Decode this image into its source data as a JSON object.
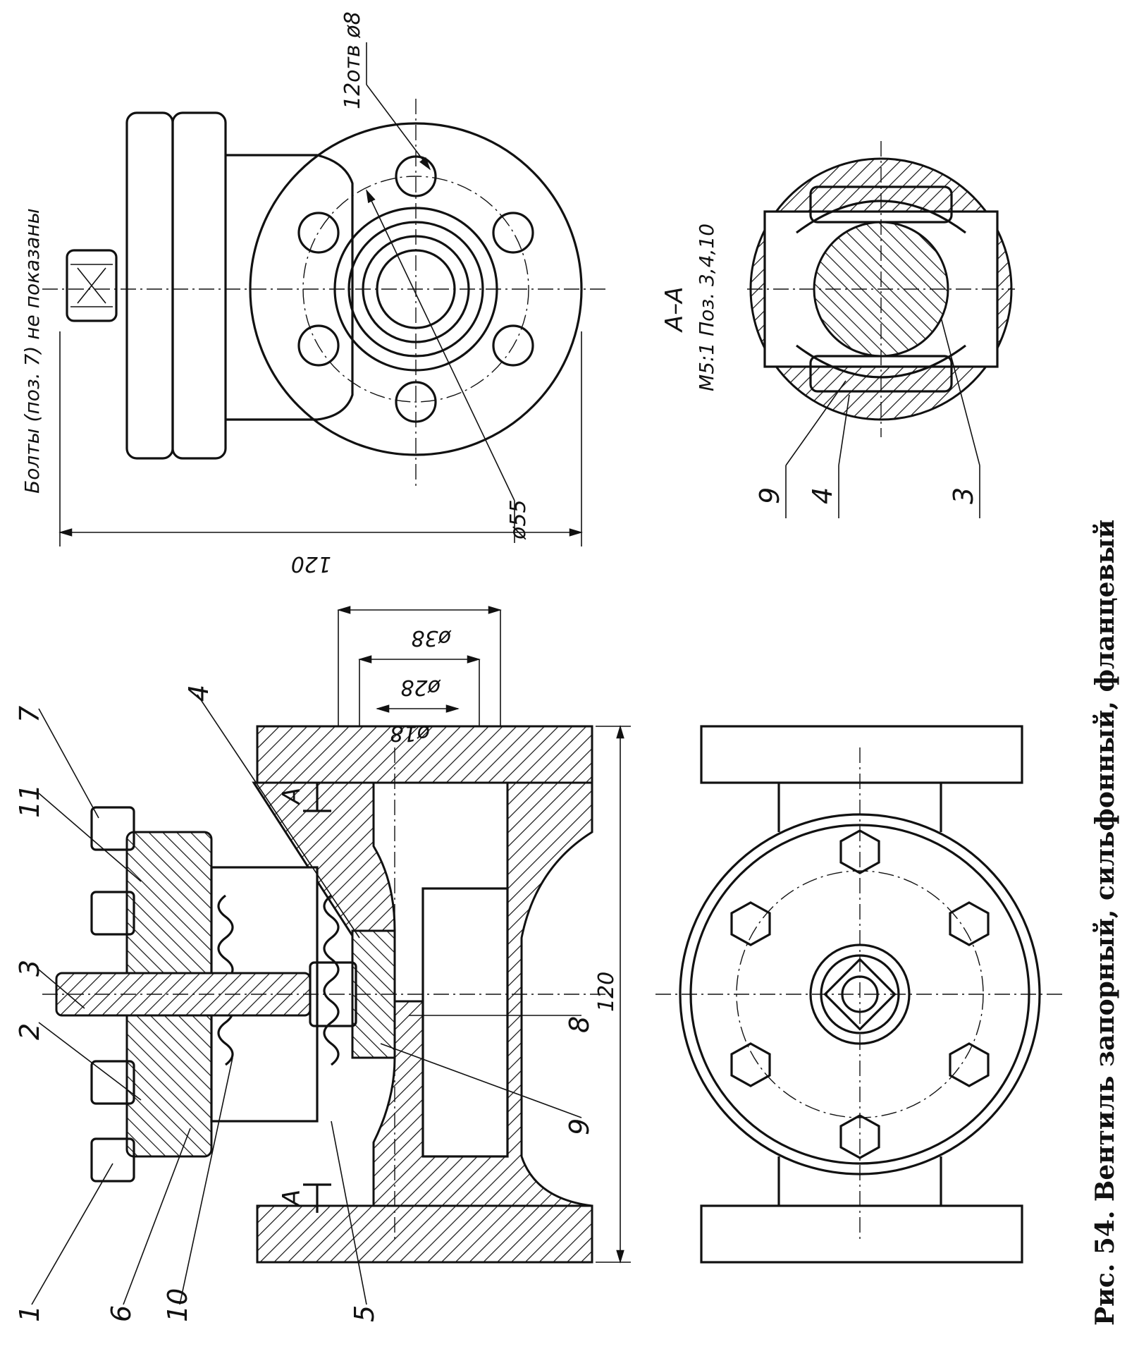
{
  "caption": "Рис. 54. Вентиль запорный, сильфонный, фланцевый",
  "note_bolts": "Болты (поз. 7) не показаны",
  "section": {
    "title": "А–А",
    "scale_note": "М5:1 Поз. 3,4,10"
  },
  "dimensions": {
    "overall_length_side": "120",
    "overall_length_main": "120",
    "flange_bolt_circle": "ø55",
    "holes": "12отв ø8",
    "dia_38": "ø38",
    "dia_28": "ø28",
    "dia_18": "ø18"
  },
  "section_marks": {
    "left": "А",
    "right": "А"
  },
  "main_view_labels": [
    "1",
    "6",
    "10",
    "5",
    "2",
    "3",
    "11",
    "7",
    "4",
    "8",
    "9"
  ],
  "section_view_labels": [
    "9",
    "4",
    "3"
  ]
}
